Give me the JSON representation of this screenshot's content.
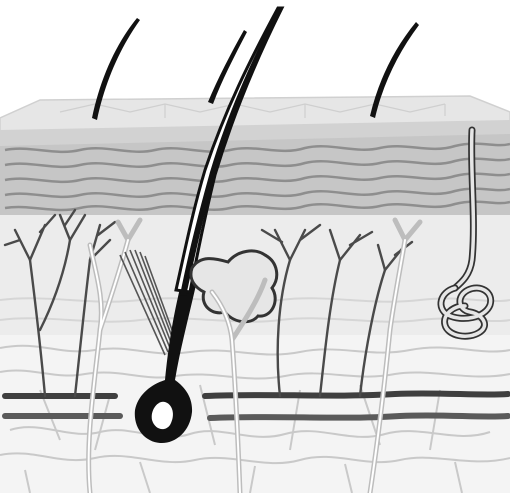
{
  "colors": {
    "background": "#ffffff",
    "epidermis_top": "#e6e6e6",
    "epidermis_side": "#d2d2d2",
    "dermis_band": "#bdbdbd",
    "dermis_wave": "#8e8e8e",
    "papillary": "#f0f0f0",
    "reticular": "#e9e9e9",
    "hypodermis": "#f4f4f4",
    "fat_outline": "#c9c9c9",
    "vessel_dark": "#3f3f3f",
    "vessel_light": "#bdbdbd",
    "hair": "#111111",
    "gland": "#e6e6e6"
  },
  "structures": [
    {
      "name": "epidermis"
    },
    {
      "name": "dermis"
    },
    {
      "name": "hypodermis"
    },
    {
      "name": "hair-shafts",
      "count": 4
    },
    {
      "name": "hair-follicle"
    },
    {
      "name": "sebaceous-gland"
    },
    {
      "name": "arrector-pili-muscle"
    },
    {
      "name": "sweat-gland"
    },
    {
      "name": "blood-vessels"
    },
    {
      "name": "nerves"
    }
  ]
}
